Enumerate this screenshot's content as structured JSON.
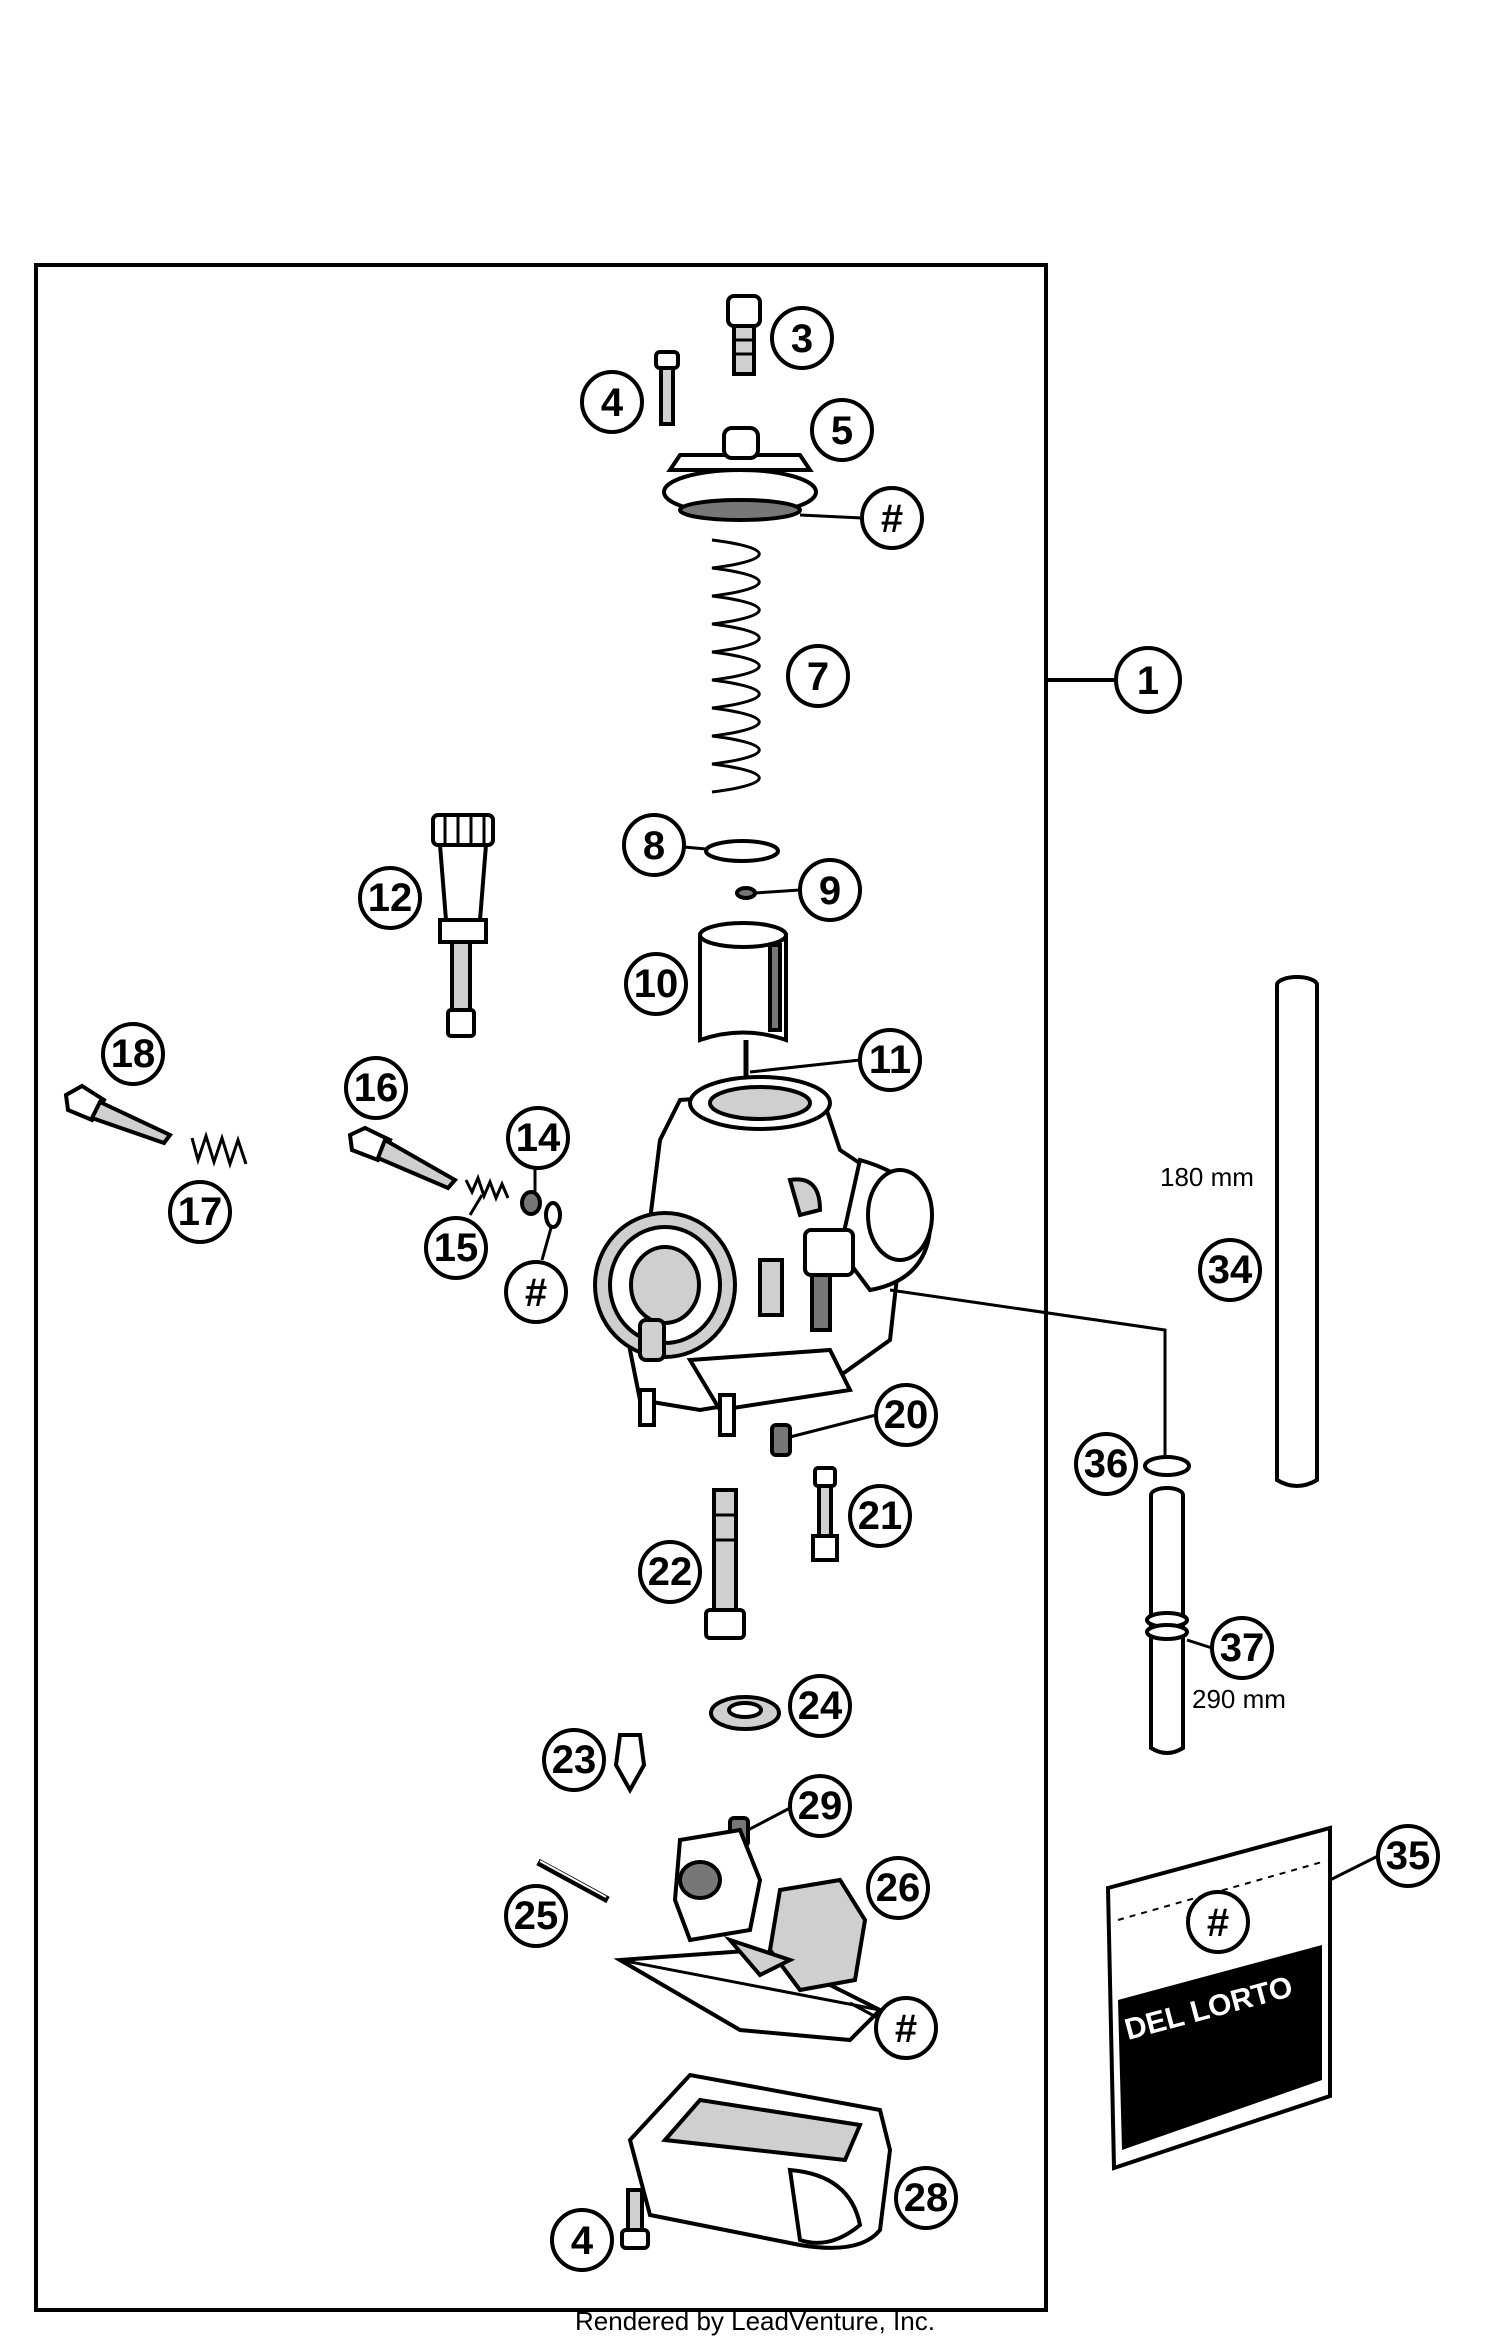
{
  "callouts": [
    {
      "id": "c1",
      "text": "1"
    },
    {
      "id": "c3",
      "text": "3"
    },
    {
      "id": "c4a",
      "text": "4"
    },
    {
      "id": "c5",
      "text": "5"
    },
    {
      "id": "chash1",
      "text": "#"
    },
    {
      "id": "c7",
      "text": "7"
    },
    {
      "id": "c8",
      "text": "8"
    },
    {
      "id": "c9",
      "text": "9"
    },
    {
      "id": "c10",
      "text": "10"
    },
    {
      "id": "c11",
      "text": "11"
    },
    {
      "id": "c12",
      "text": "12"
    },
    {
      "id": "c14",
      "text": "14"
    },
    {
      "id": "c15",
      "text": "15"
    },
    {
      "id": "c16",
      "text": "16"
    },
    {
      "id": "c17",
      "text": "17"
    },
    {
      "id": "c18",
      "text": "18"
    },
    {
      "id": "chash2",
      "text": "#"
    },
    {
      "id": "c20",
      "text": "20"
    },
    {
      "id": "c21",
      "text": "21"
    },
    {
      "id": "c22",
      "text": "22"
    },
    {
      "id": "c23",
      "text": "23"
    },
    {
      "id": "c24",
      "text": "24"
    },
    {
      "id": "c25",
      "text": "25"
    },
    {
      "id": "c26",
      "text": "26"
    },
    {
      "id": "c28",
      "text": "28"
    },
    {
      "id": "c29",
      "text": "29"
    },
    {
      "id": "chash3",
      "text": "#"
    },
    {
      "id": "c4b",
      "text": "4"
    },
    {
      "id": "c34",
      "text": "34"
    },
    {
      "id": "c35",
      "text": "35"
    },
    {
      "id": "c36",
      "text": "36"
    },
    {
      "id": "c37",
      "text": "37"
    },
    {
      "id": "chash4",
      "text": "#"
    }
  ],
  "measurements": {
    "hose_34_length": "180 mm",
    "hose_37_length": "290 mm"
  },
  "kit_label": "DEL LORTO",
  "footer": "Rendered by LeadVenture, Inc."
}
